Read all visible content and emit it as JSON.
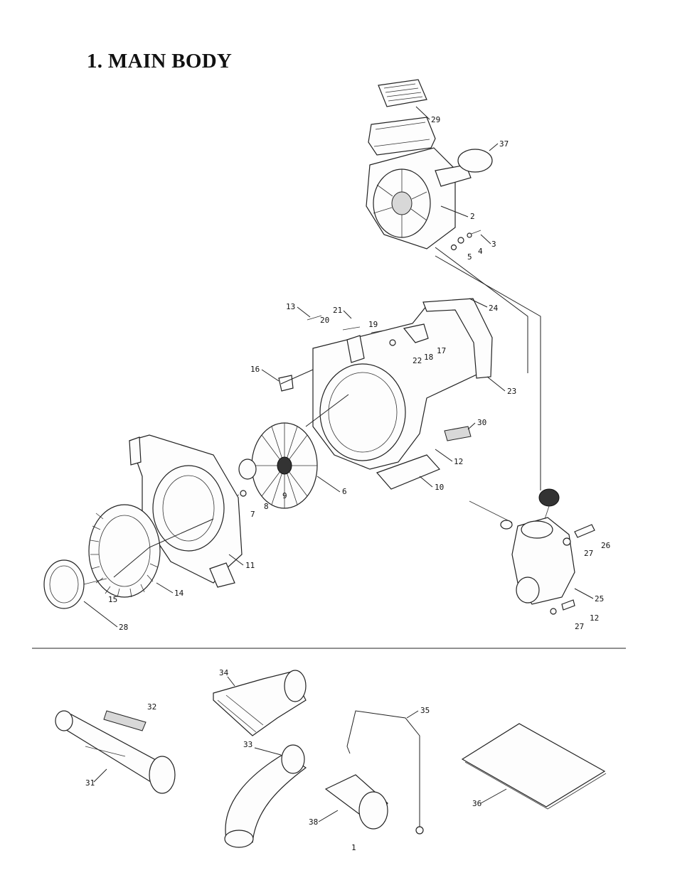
{
  "title": "1. MAIN BODY",
  "callouts": [
    "29",
    "37",
    "2",
    "3",
    "4",
    "5",
    "24",
    "13",
    "21",
    "20",
    "19",
    "18",
    "22",
    "17",
    "16",
    "23",
    "30",
    "12",
    "10",
    "9",
    "6",
    "8",
    "7",
    "11",
    "26",
    "27",
    "25",
    "12",
    "27",
    "14",
    "15",
    "28",
    "34",
    "32",
    "35",
    "31",
    "33",
    "36",
    "38"
  ],
  "page_mark": "1"
}
